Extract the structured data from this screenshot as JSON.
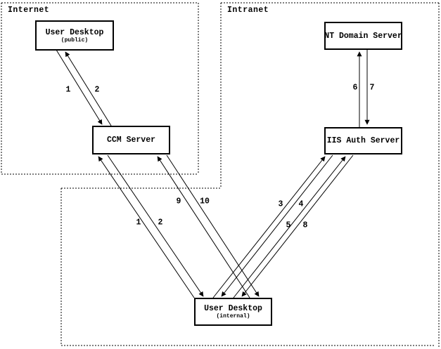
{
  "zones": {
    "internet": {
      "label": "Internet"
    },
    "intranet": {
      "label": "Intranet"
    }
  },
  "nodes": {
    "user_desktop_public": {
      "title": "User Desktop",
      "subtitle": "(public)"
    },
    "ccm_server": {
      "title": "CCM Server"
    },
    "nt_domain_server": {
      "title": "NT Domain Server"
    },
    "iis_auth_server": {
      "title": "IIS Auth Server"
    },
    "user_desktop_internal": {
      "title": "User Desktop",
      "subtitle": "(internal)"
    }
  },
  "step_labels": {
    "internet_1": "1",
    "internet_2": "2",
    "internal_1": "1",
    "internal_2": "2",
    "step_3": "3",
    "step_4": "4",
    "step_5": "5",
    "step_6": "6",
    "step_7": "7",
    "step_8": "8",
    "step_9": "9",
    "step_10": "10"
  },
  "connections": [
    {
      "step": "1",
      "from": "User Desktop (public)",
      "to": "CCM Server"
    },
    {
      "step": "2",
      "from": "CCM Server",
      "to": "User Desktop (public)"
    },
    {
      "step": "1",
      "from": "User Desktop (internal)",
      "to": "CCM Server"
    },
    {
      "step": "2",
      "from": "CCM Server",
      "to": "User Desktop (internal)"
    },
    {
      "step": "3",
      "from": "User Desktop (internal)",
      "to": "IIS Auth Server"
    },
    {
      "step": "4",
      "from": "IIS Auth Server",
      "to": "User Desktop (internal)"
    },
    {
      "step": "5",
      "from": "User Desktop (internal)",
      "to": "IIS Auth Server"
    },
    {
      "step": "6",
      "from": "IIS Auth Server",
      "to": "NT Domain Server"
    },
    {
      "step": "7",
      "from": "NT Domain Server",
      "to": "IIS Auth Server"
    },
    {
      "step": "8",
      "from": "IIS Auth Server",
      "to": "User Desktop (internal)"
    },
    {
      "step": "9",
      "from": "User Desktop (internal)",
      "to": "CCM Server"
    },
    {
      "step": "10",
      "from": "CCM Server",
      "to": "User Desktop (internal)"
    }
  ],
  "colors": {
    "line": "#000000",
    "background": "#ffffff"
  }
}
